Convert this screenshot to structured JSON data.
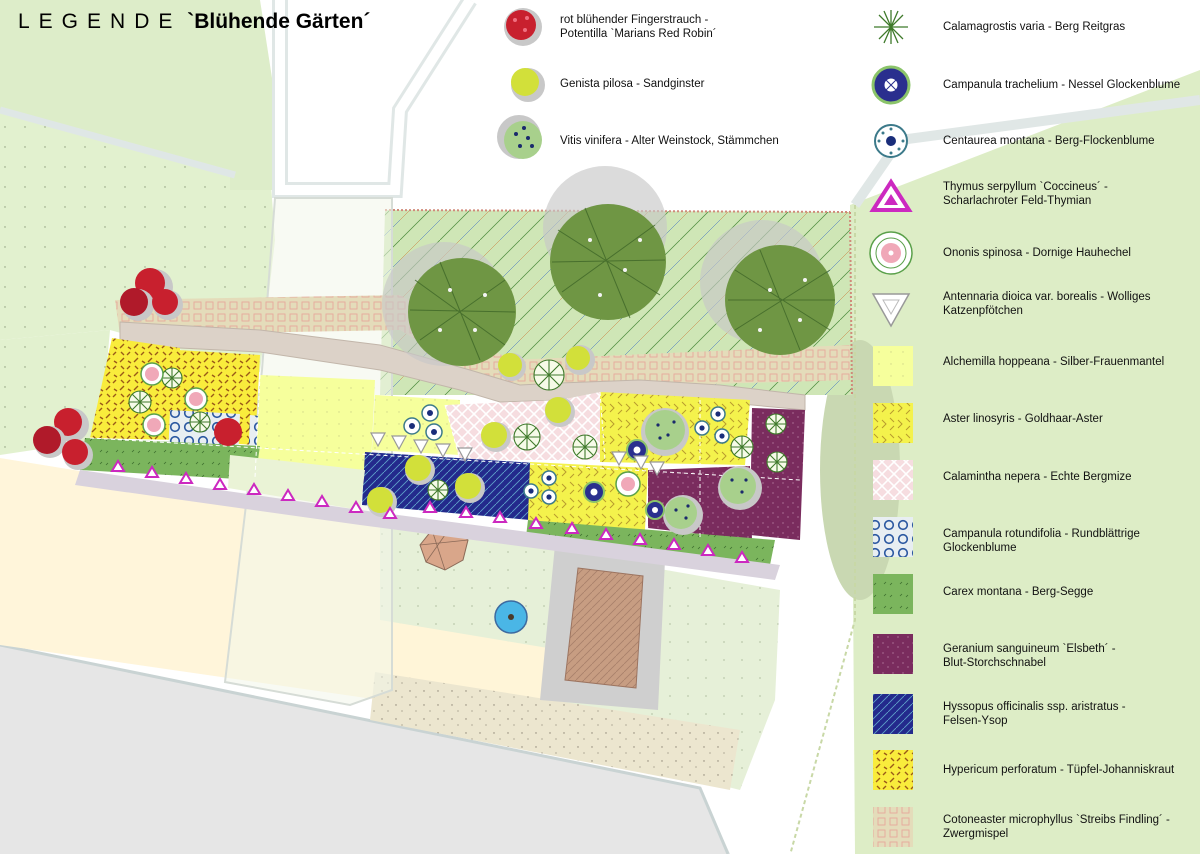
{
  "legend": {
    "title_spaced": "LEGENDE",
    "title_rest": "`Blühende Gärten´",
    "items": [
      {
        "lines": [
          "rot blühender Fingerstrauch -",
          "Potentilla `Marians Red Robin´"
        ],
        "icon": "red-shrub-icon"
      },
      {
        "lines": [
          "Genista pilosa - Sandginster"
        ],
        "icon": "yellow-shrub-icon"
      },
      {
        "lines": [
          "Vitis vinifera - Alter Weinstock, Stämmchen"
        ],
        "icon": "grapevine-icon"
      },
      {
        "lines": [
          "Calamagrostis varia - Berg Reitgras"
        ],
        "icon": "grass-star-icon"
      },
      {
        "lines": [
          "Campanula trachelium - Nessel Glockenblume"
        ],
        "icon": "blue-ring-icon"
      },
      {
        "lines": [
          "Centaurea montana - Berg-Flockenblume"
        ],
        "icon": "dotted-ring-icon"
      },
      {
        "lines": [
          "Thymus serpyllum `Coccineus´ -",
          "Scharlachroter Feld-Thymian"
        ],
        "icon": "magenta-triangle-icon"
      },
      {
        "lines": [
          "Ononis spinosa - Dornige Hauhechel"
        ],
        "icon": "pink-ring-icon"
      },
      {
        "lines": [
          "Antennaria dioica var. borealis - Wolliges",
          "Katzenpfötchen"
        ],
        "icon": "white-triangle-icon"
      },
      {
        "lines": [
          "Alchemilla hoppeana - Silber-Frauenmantel"
        ],
        "icon": "pale-yellow-swatch"
      },
      {
        "lines": [
          "Aster linosyris - Goldhaar-Aster"
        ],
        "icon": "yellow-hatch-swatch"
      },
      {
        "lines": [
          "Calamintha nepera - Echte Bergmize"
        ],
        "icon": "pink-lattice-swatch"
      },
      {
        "lines": [
          "Campanula rotundifolia - Rundblättrige",
          "Glockenblume"
        ],
        "icon": "blue-circles-swatch"
      },
      {
        "lines": [
          "Carex montana - Berg-Segge"
        ],
        "icon": "green-swatch"
      },
      {
        "lines": [
          "Geranium sanguineum `Elsbeth´ -",
          "Blut-Storchschnabel"
        ],
        "icon": "plum-swatch"
      },
      {
        "lines": [
          "Hyssopus officinalis ssp. aristratus -",
          "Felsen-Ysop"
        ],
        "icon": "navy-hatch-swatch"
      },
      {
        "lines": [
          "Hypericum perforatum - Tüpfel-Johanniskraut"
        ],
        "icon": "yellow-zigzag-swatch"
      },
      {
        "lines": [
          "Cotoneaster microphyllus `Streibs Findling´ -",
          "Zwergmispel"
        ],
        "icon": "beige-grid-swatch"
      }
    ]
  },
  "colors": {
    "lawn": "#dcefc8",
    "sand": "#fff6dc",
    "paving": "#e5e5e5",
    "stone_path": "#ddd5cc",
    "meadow": "#eef7e2",
    "tree": "#6f9644",
    "red_shrub": "#c8202e",
    "yellow_shrub": "#d2e03a",
    "navy": "#232a8c",
    "plum": "#7a2c5e",
    "magenta": "#cc29c0",
    "pink": "#f0a8b8",
    "cyan": "#44b3e0"
  }
}
